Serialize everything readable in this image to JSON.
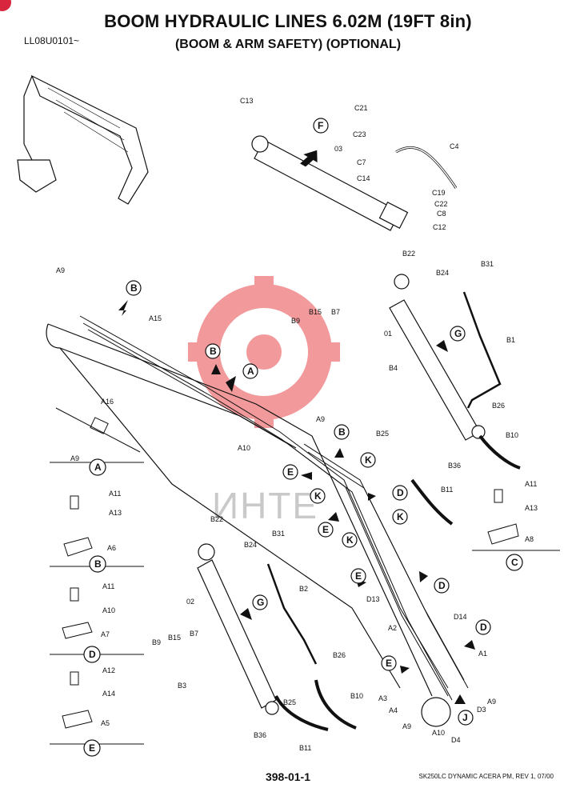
{
  "header": {
    "title": "BOOM HYDRAULIC LINES 6.02M (19FT 8in)",
    "subtitle": "(BOOM & ARM SAFETY) (OPTIONAL)",
    "model_code": "LL08U0101~"
  },
  "footer": {
    "page_number": "398-01-1",
    "doc_ref": "SK250LC DYNAMIC ACERA PM, REV 1, 07/00"
  },
  "watermark": {
    "text": "ИНТЕ",
    "color": "#e8484b"
  },
  "colors": {
    "line": "#111111",
    "watermark_red": "#e8484b",
    "corner_tab": "#d7263d"
  },
  "callouts": {
    "F": "F",
    "G": "G",
    "B": "B",
    "A": "A",
    "E": "E",
    "K": "K",
    "D": "D",
    "J": "J",
    "C": "C"
  },
  "labels": {
    "C13": "C13",
    "C21": "C21",
    "C23": "C23",
    "C7": "C7",
    "C4": "C4",
    "C14": "C14",
    "C19": "C19",
    "C22": "C22",
    "C8": "C8",
    "C12": "C12",
    "n03": "03",
    "B22": "B22",
    "B24": "B24",
    "B31": "B31",
    "n01": "01",
    "B1": "B1",
    "B15": "B15",
    "B7": "B7",
    "B9": "B9",
    "B4": "B4",
    "B26": "B26",
    "B25": "B25",
    "B10": "B10",
    "B36": "B36",
    "B11": "B11",
    "B2": "B2",
    "B3": "B3",
    "n02": "02",
    "A9": "A9",
    "A15": "A15",
    "A16": "A16",
    "A10": "A10",
    "A11": "A11",
    "A13": "A13",
    "A6": "A6",
    "A8": "A8",
    "A7": "A7",
    "A12": "A12",
    "A14": "A14",
    "A5": "A5",
    "D13": "D13",
    "D14": "D14",
    "A2": "A2",
    "A1": "A1",
    "A3": "A3",
    "A4": "A4",
    "D3": "D3",
    "D4": "D4"
  }
}
